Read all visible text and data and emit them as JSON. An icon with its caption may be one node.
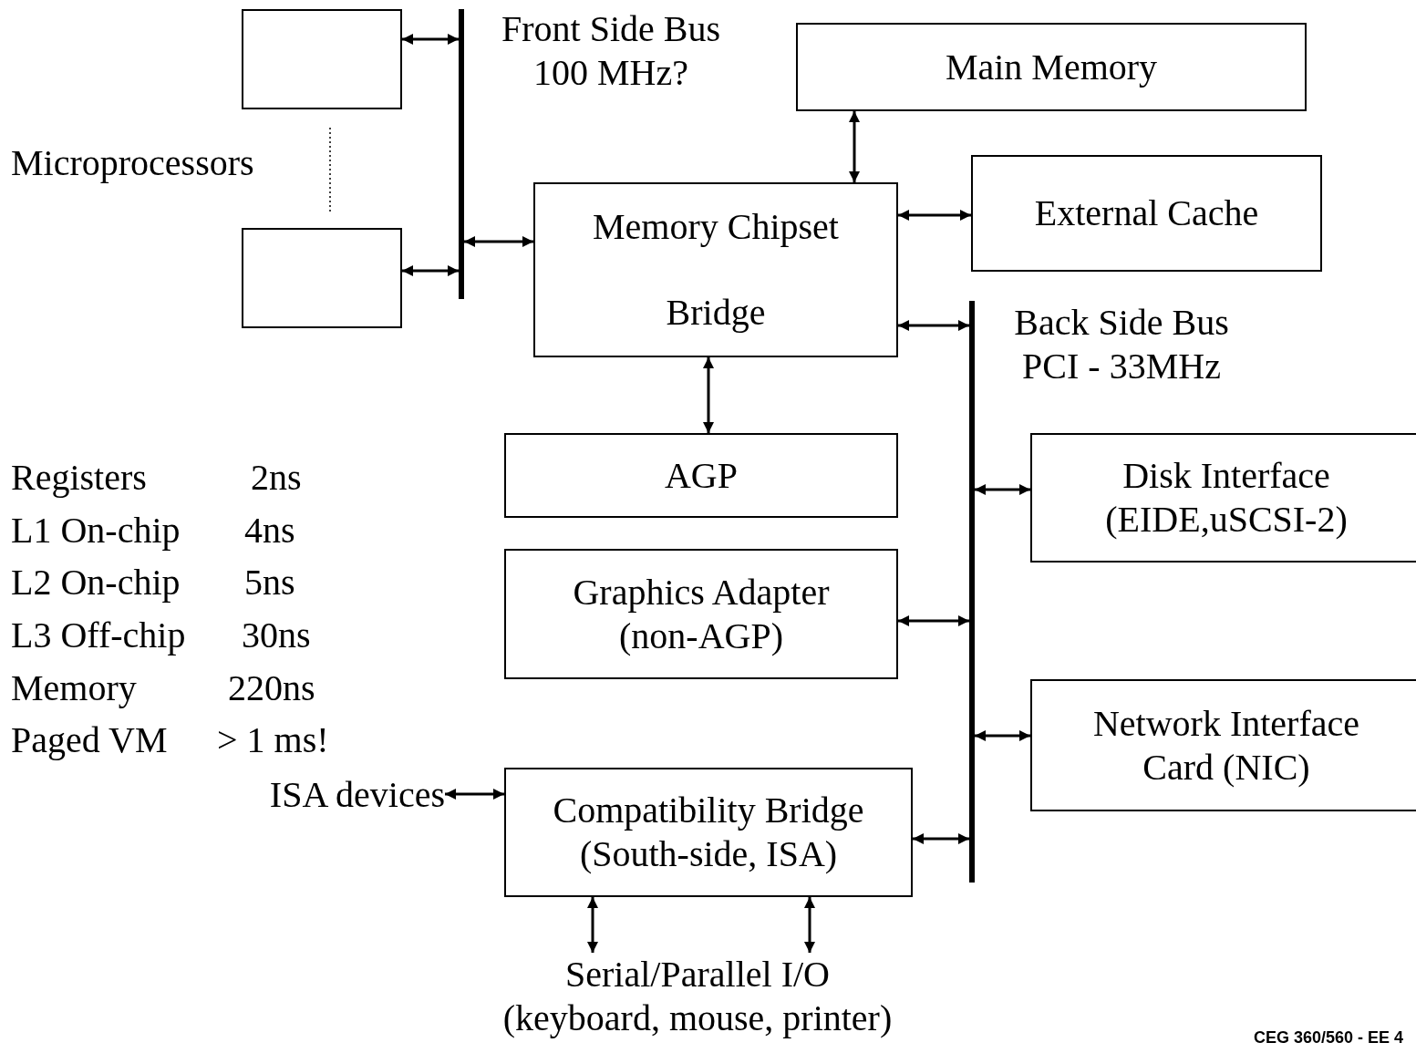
{
  "diagram": {
    "nodes": [
      {
        "text": [],
        "shape": "box"
      },
      {
        "text": [],
        "shape": "box"
      },
      {
        "text": [],
        "shape": "bar",
        "beside": [
          "Front Side Bus 100 MHz?"
        ]
      },
      {
        "text": [
          "Main Memory"
        ]
      },
      {
        "text": [
          "Memory Chipset",
          "Bridge"
        ]
      },
      {
        "text": [
          "External Cache"
        ]
      },
      {
        "text": [],
        "shape": "bar",
        "beside": [
          "Back Side Bus PCI - 33MHz"
        ]
      },
      {
        "text": [
          "AGP"
        ]
      },
      {
        "text": [
          "Disk Interface (EIDE,uSCSI-2)"
        ]
      },
      {
        "text": [
          "Graphics Adapter (non-AGP)"
        ]
      },
      {
        "text": [
          "Network Interface Card (NIC)"
        ]
      },
      {
        "text": [
          "ISA devices"
        ]
      },
      {
        "text": [
          "Compatibility Bridge (South-side, ISA)"
        ]
      },
      {
        "text": [
          "Serial/Parallel I/O (keyboard, mouse, printer)"
        ]
      }
    ],
    "edges": [
      {
        "from": 0,
        "to": 2,
        "arrow": "both"
      },
      {
        "from": 1,
        "to": 2,
        "arrow": "both"
      },
      {
        "from": 2,
        "to": 4,
        "arrow": "both"
      },
      {
        "from": 3,
        "to": 4,
        "arrow": "both"
      },
      {
        "from": 4,
        "to": 5,
        "arrow": "both"
      },
      {
        "from": 4,
        "to": 6,
        "arrow": "both"
      },
      {
        "from": 4,
        "to": 7,
        "arrow": "both"
      },
      {
        "from": 6,
        "to": 8,
        "arrow": "both"
      },
      {
        "from": 9,
        "to": 6,
        "arrow": "both"
      },
      {
        "from": 6,
        "to": 10,
        "arrow": "both"
      },
      {
        "from": 11,
        "to": 12,
        "arrow": "both"
      },
      {
        "from": 12,
        "to": 6,
        "arrow": "both"
      },
      {
        "from": 12,
        "to": 13,
        "arrow": "both"
      },
      {
        "from": 12,
        "to": 13,
        "arrow": "both"
      }
    ],
    "labels": [
      "Microprocessors",
      "Registers",
      "2ns",
      "L1 On-chip",
      "4ns",
      "L2 On-chip",
      "5ns",
      "L3 Off-chip",
      "30ns",
      "Memory",
      "220ns",
      "Paged VM",
      "> 1 ms!",
      "CEG 360/560 - EE 4"
    ]
  }
}
